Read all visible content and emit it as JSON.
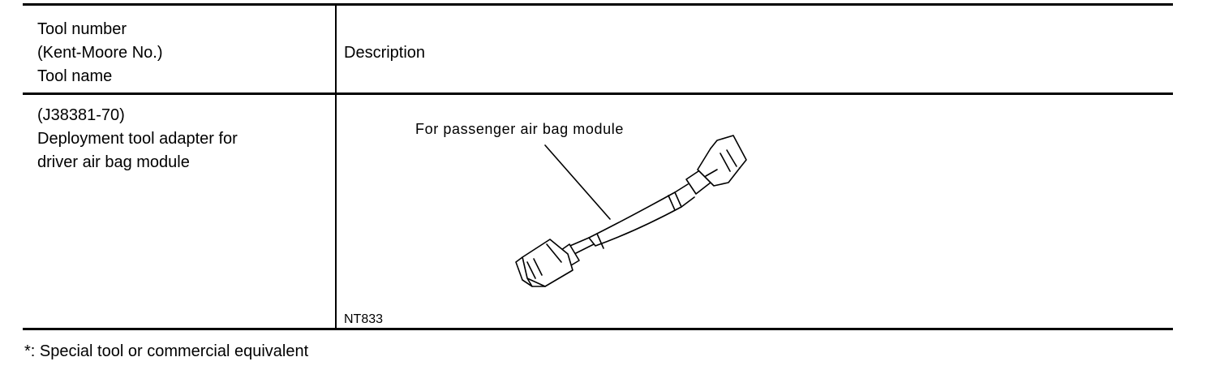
{
  "table": {
    "header": {
      "left_lines": [
        "Tool number",
        "(Kent-Moore No.)",
        "Tool name"
      ],
      "right": "Description"
    },
    "row": {
      "left_lines": [
        "(J38381-70)",
        "Deployment tool adapter for",
        "driver air bag module"
      ],
      "callout": "For passenger air bag module",
      "figure_code": "NT833",
      "illustration_icon": "harness-adapter-connector-icon"
    }
  },
  "footnote": "*: Special tool or commercial equivalent"
}
